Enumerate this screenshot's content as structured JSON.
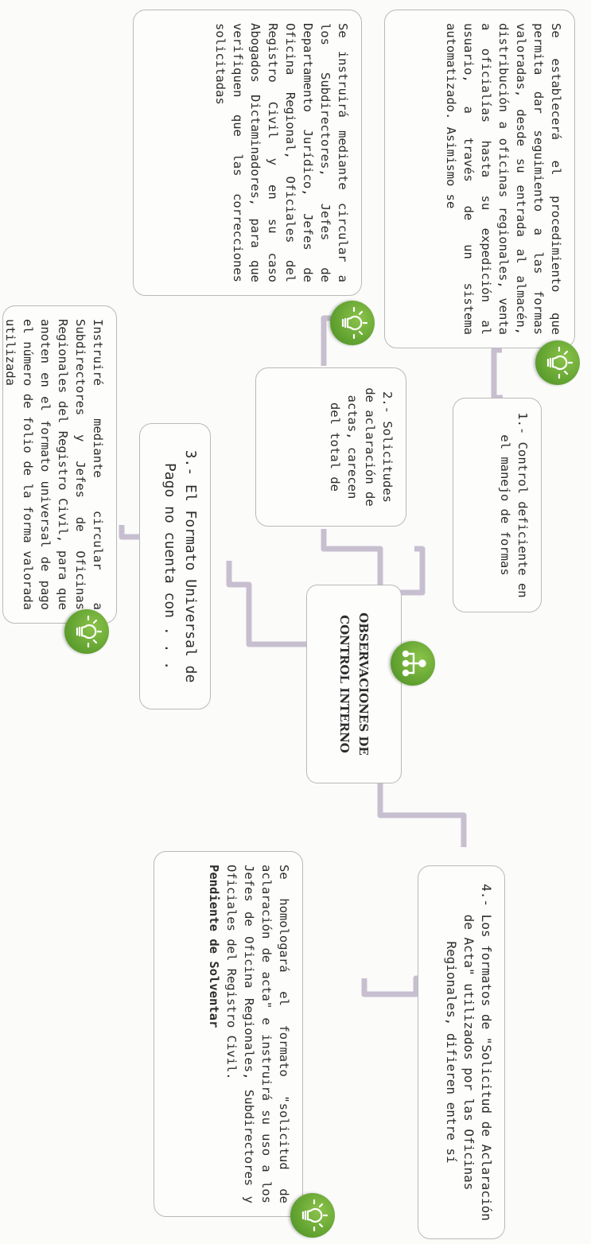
{
  "central": {
    "line1": "OBSERVACIONES DE",
    "line2": "CONTROL INTERNO"
  },
  "observations": [
    {
      "id": "obs1",
      "text": "1.- Control deficiente en el manejo de formas"
    },
    {
      "id": "obs2",
      "text": "2.- Solicitudes de aclaración de actas, carecen del total de"
    },
    {
      "id": "obs3",
      "text": "3.- El Formato Universal de Pago no cuenta con . . ."
    },
    {
      "id": "obs4",
      "text": "4.- Los formatos de \"Solicitud de Aclaración de Acta\" utilizados por las Oficinas Regionales, difieren entre sí"
    }
  ],
  "actions": [
    {
      "id": "act1",
      "text": "Se establecerá el procedimiento que permita dar seguimiento a las formas valoradas, desde su entrada al almacén, distribución a oficinas regionales, venta a oficialías hasta su expedición al usuario, a través de un sistema automatizado. Asimismo se"
    },
    {
      "id": "act2",
      "text": "Se instruirá mediante circular a los Subdirectores, Jefes de Departamento Jurídico, Jefes de Oficina Regional, Oficiales del Registro Civil y en su caso Abogados Dictaminadores, para que verifiquen que las correcciones solicitadas"
    },
    {
      "id": "act3",
      "text": "Instruiré mediante circular a Subdirectores y Jefes de Oficinas Regionales del Registro Civil, para que anoten en el formato universal de pago el número de folio de la forma valorada utilizada"
    },
    {
      "id": "act4",
      "text": "Se homologará el formato \"solicitud de aclaración de acta\" e instruirá su uso a los Jefes de Oficina Regionales, Subdirectores y Oficiales del Registro Civil.",
      "status": "Pendiente de Solventar"
    }
  ],
  "icons": {
    "lightbulb": "lightbulb-icon",
    "hierarchy": "org-chart-icon",
    "accent_color": "#6aa83a",
    "connector_color": "#c9c0cf"
  }
}
